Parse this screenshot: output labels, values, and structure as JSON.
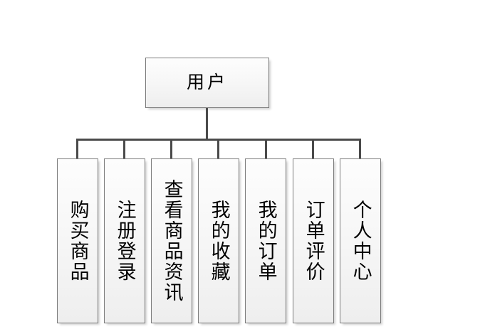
{
  "diagram": {
    "type": "org-chart",
    "orientation": "top-down",
    "root": {
      "label": "用户"
    },
    "children": [
      {
        "label": "购买商品"
      },
      {
        "label": "注册登录"
      },
      {
        "label": "查看商品资讯"
      },
      {
        "label": "我的收藏"
      },
      {
        "label": "我的订单"
      },
      {
        "label": "订单评价"
      },
      {
        "label": "个人中心"
      }
    ],
    "colors": {
      "node_border": "#7b7b7b",
      "node_fill_top": "#fdfdfd",
      "node_fill_bottom": "#eeeeee",
      "connector": "#4a4a4a",
      "text": "#000000",
      "background": "#ffffff"
    }
  }
}
